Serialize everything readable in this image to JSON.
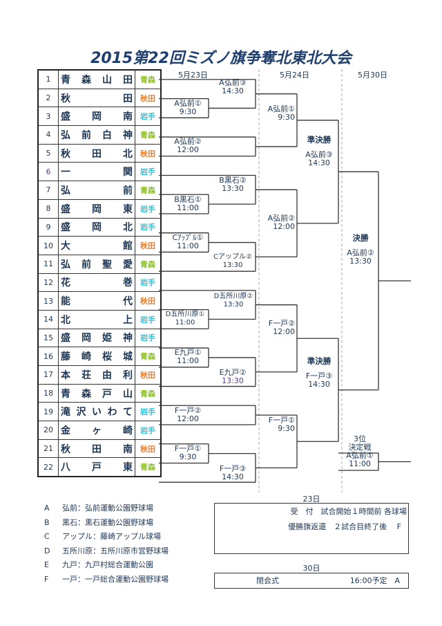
{
  "title": "2015第22回ミズノ旗争奪北東北大会",
  "dates": [
    "5月23日",
    "5月24日",
    "5月30日"
  ],
  "prefecture_colors": {
    "青森": "#8cc21e",
    "秋田": "#f07b22",
    "岩手": "#35c1d4"
  },
  "teams": [
    {
      "num": "1",
      "name": "青森山田",
      "pref": "青森"
    },
    {
      "num": "2",
      "name": "秋田",
      "pref": "秋田"
    },
    {
      "num": "3",
      "name": "盛岡南",
      "pref": "岩手"
    },
    {
      "num": "4",
      "name": "弘前白神",
      "pref": "青森"
    },
    {
      "num": "5",
      "name": "秋田北",
      "pref": "秋田"
    },
    {
      "num": "6",
      "name": "一関",
      "pref": "岩手"
    },
    {
      "num": "7",
      "name": "弘前",
      "pref": "青森"
    },
    {
      "num": "8",
      "name": "盛岡東",
      "pref": "岩手"
    },
    {
      "num": "9",
      "name": "盛岡北",
      "pref": "岩手"
    },
    {
      "num": "10",
      "name": "大館",
      "pref": "秋田"
    },
    {
      "num": "11",
      "name": "弘前聖愛",
      "pref": "青森"
    },
    {
      "num": "12",
      "name": "花巻",
      "pref": "岩手"
    },
    {
      "num": "13",
      "name": "能代",
      "pref": "秋田"
    },
    {
      "num": "14",
      "name": "北上",
      "pref": "岩手"
    },
    {
      "num": "15",
      "name": "盛岡姫神",
      "pref": "岩手"
    },
    {
      "num": "16",
      "name": "藤崎桜城",
      "pref": "青森"
    },
    {
      "num": "17",
      "name": "本荘由利",
      "pref": "秋田"
    },
    {
      "num": "18",
      "name": "青森戸山",
      "pref": "青森"
    },
    {
      "num": "19",
      "name": "滝沢いわて",
      "pref": "岩手"
    },
    {
      "num": "20",
      "name": "金ヶ崎",
      "pref": "岩手"
    },
    {
      "num": "21",
      "name": "秋田南",
      "pref": "秋田"
    },
    {
      "num": "22",
      "name": "八戸東",
      "pref": "青森"
    }
  ],
  "matches": {
    "m1": {
      "venue": "A弘前①",
      "time": "9:30"
    },
    "m2": {
      "venue": "B黒石①",
      "time": "11:00"
    },
    "m3": {
      "venue": "Cｱｯﾌﾟﾙ①",
      "time": "11:00"
    },
    "m4": {
      "venue": "D五所川原①",
      "time": "11:00"
    },
    "m5": {
      "venue": "E九戸①",
      "time": "11:00"
    },
    "m6": {
      "venue": "F一戸①",
      "time": "9:30"
    },
    "n1": {
      "venue": "A弘前③",
      "time": "14:30"
    },
    "n2": {
      "venue": "A弘前②",
      "time": "12:00"
    },
    "n3": {
      "venue": "B黒石②",
      "time": "13:30"
    },
    "n4": {
      "venue": "Cアップル②",
      "time": "13:30"
    },
    "n5": {
      "venue": "D五所川原②",
      "time": "13:30"
    },
    "n6": {
      "venue": "E九戸②",
      "time": "13:30"
    },
    "n7": {
      "venue": "F一戸②",
      "time": "12:00"
    },
    "n8": {
      "venue": "F一戸③",
      "time": "14:30"
    },
    "p1": {
      "venue": "A弘前①",
      "time": "9:30"
    },
    "p2": {
      "venue": "A弘前②",
      "time": "12:00"
    },
    "p3": {
      "venue": "F一戸②",
      "time": "12:00"
    },
    "p4": {
      "venue": "F一戸①",
      "time": "9:30"
    },
    "s1": {
      "round": "準決勝",
      "venue": "A弘前③",
      "time": "14:30"
    },
    "s2": {
      "round": "準決勝",
      "venue": "F一戸③",
      "time": "14:30"
    },
    "final": {
      "round": "決勝",
      "venue": "A弘前②",
      "time": "13:30"
    },
    "third": {
      "round1": "3位",
      "round2": "決定戦",
      "venue": "A弘前①",
      "time": "11:00"
    }
  },
  "venues": [
    {
      "key": "A",
      "text": "弘前：弘前運動公園野球場"
    },
    {
      "key": "B",
      "text": "黒石：黒石運動公園野球場"
    },
    {
      "key": "C",
      "text": "アップル：藤崎アップル球場"
    },
    {
      "key": "D",
      "text": "五所川原：五所川原市営野球場"
    },
    {
      "key": "E",
      "text": "九戸：九戸村総合運動公園"
    },
    {
      "key": "F",
      "text": "一戸：一戸総合運動公園野球場"
    }
  ],
  "schedule": {
    "day1_label": "23日",
    "day1_line1": "受　付　試合開始１時間前 各球場",
    "day1_line2": "優勝旗返還　２試合目終了後　 F",
    "day2_label": "30日",
    "day2_event": "閉会式",
    "day2_time": "16:00予定　A"
  }
}
